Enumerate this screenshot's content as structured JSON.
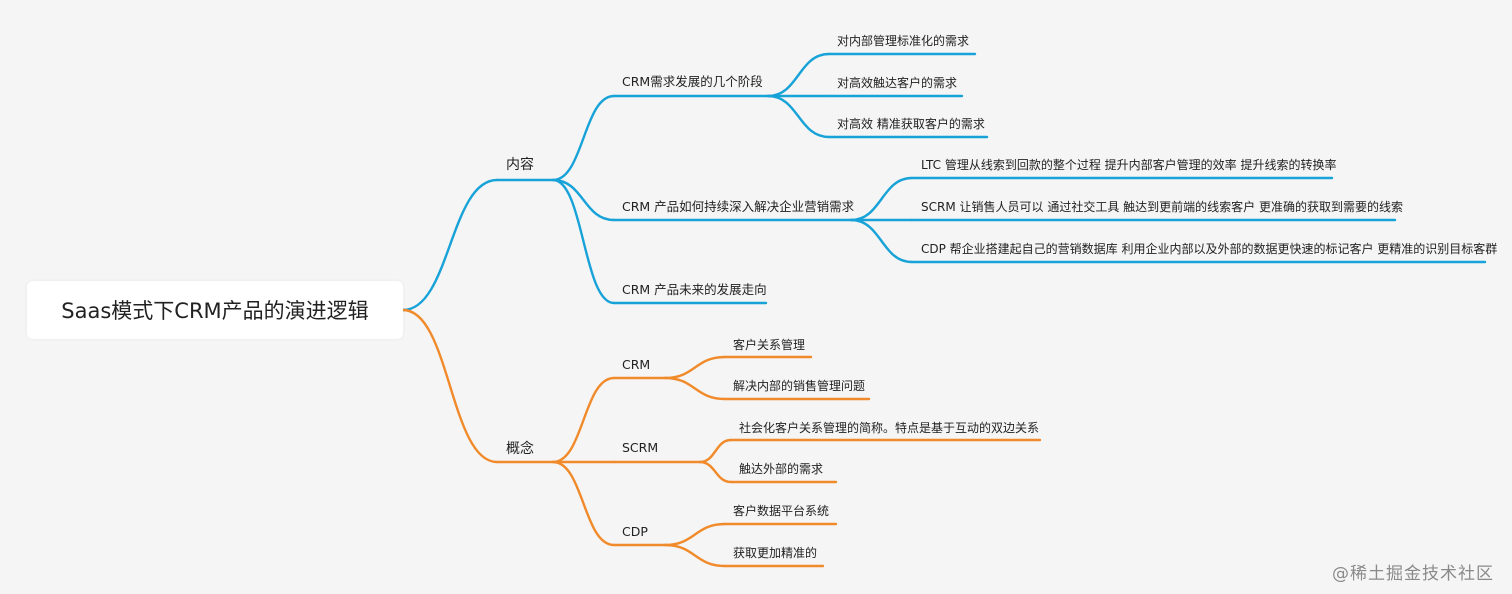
{
  "root": {
    "label": "Saas模式下CRM产品的演进逻辑"
  },
  "colors": {
    "blue": "#17a2d8",
    "orange": "#f08a2a"
  },
  "branches": [
    {
      "label": "内容",
      "color": "blue",
      "children": [
        {
          "label": "CRM需求发展的几个阶段",
          "children": [
            "对内部管理标准化的需求",
            "对高效触达客户的需求",
            "对高效 精准获取客户的需求"
          ]
        },
        {
          "label": "CRM 产品如何持续深入解决企业营销需求",
          "children": [
            "LTC 管理从线索到回款的整个过程 提升内部客户管理的效率 提升线索的转换率",
            "SCRM 让销售人员可以 通过社交工具 触达到更前端的线索客户 更准确的获取到需要的线索",
            "CDP 帮企业搭建起自己的营销数据库 利用企业内部以及外部的数据更快速的标记客户 更精准的识别目标客群"
          ]
        },
        {
          "label": "CRM 产品未来的发展走向",
          "children": []
        }
      ]
    },
    {
      "label": "概念",
      "color": "orange",
      "children": [
        {
          "label": "CRM",
          "children": [
            "客户关系管理",
            "解决内部的销售管理问题"
          ]
        },
        {
          "label": "SCRM",
          "children": [
            "社会化客户关系管理的简称。特点是基于互动的双边关系",
            "触达外部的需求"
          ]
        },
        {
          "label": "CDP",
          "children": [
            "客户数据平台系统",
            "获取更加精准的"
          ]
        }
      ]
    }
  ],
  "watermark": "@稀土掘金技术社区"
}
